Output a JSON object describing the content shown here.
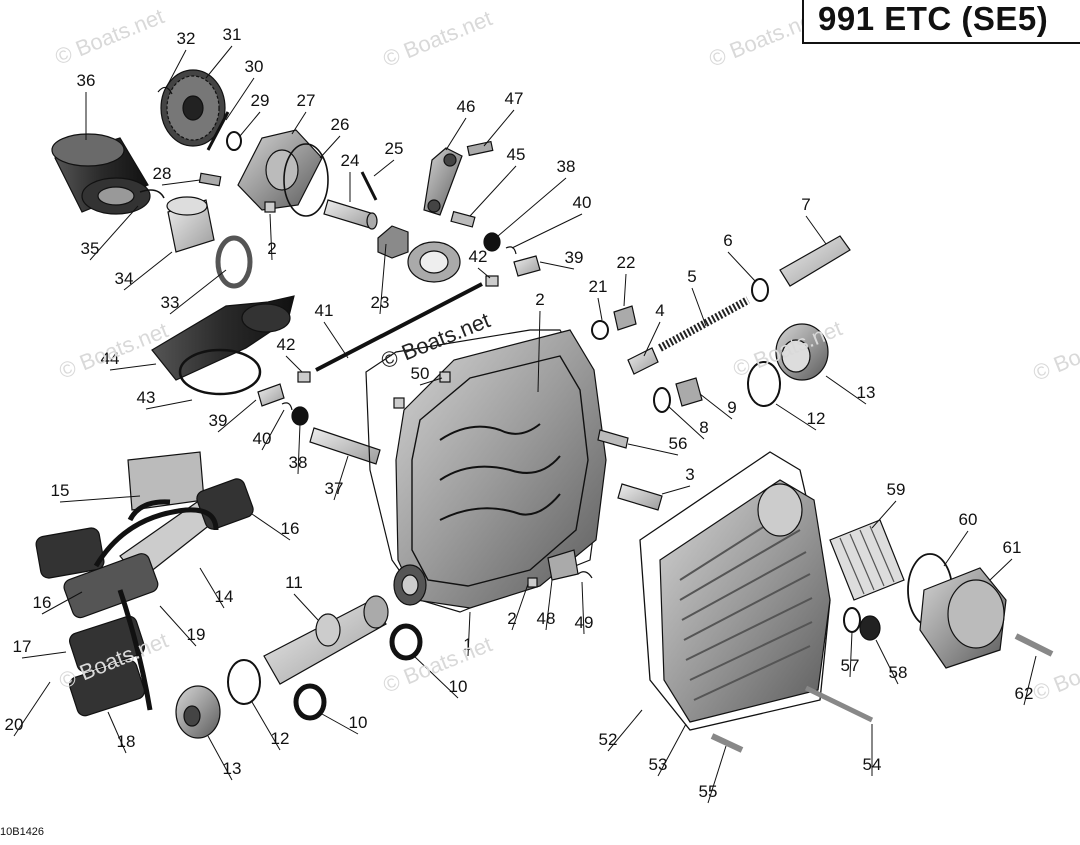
{
  "header": {
    "title": "991 ETC (SE5)"
  },
  "diagram_code": "10B1426",
  "watermark": "© Boats.net",
  "callouts": [
    "1",
    "2",
    "2",
    "2",
    "3",
    "4",
    "5",
    "6",
    "7",
    "8",
    "9",
    "10",
    "10",
    "11",
    "12",
    "12",
    "13",
    "13",
    "14",
    "15",
    "16",
    "16",
    "17",
    "18",
    "19",
    "20",
    "21",
    "22",
    "23",
    "24",
    "25",
    "26",
    "27",
    "28",
    "29",
    "30",
    "31",
    "32",
    "33",
    "34",
    "35",
    "36",
    "37",
    "38",
    "38",
    "39",
    "39",
    "40",
    "40",
    "41",
    "42",
    "42",
    "43",
    "44",
    "45",
    "46",
    "47",
    "48",
    "49",
    "50",
    "52",
    "53",
    "54",
    "55",
    "56",
    "57",
    "58",
    "59",
    "60",
    "61",
    "62"
  ],
  "colors": {
    "line": "#111111",
    "part": "#8a8a8a",
    "part_dark": "#3a3a3a",
    "part_light": "#c8c8c8"
  }
}
